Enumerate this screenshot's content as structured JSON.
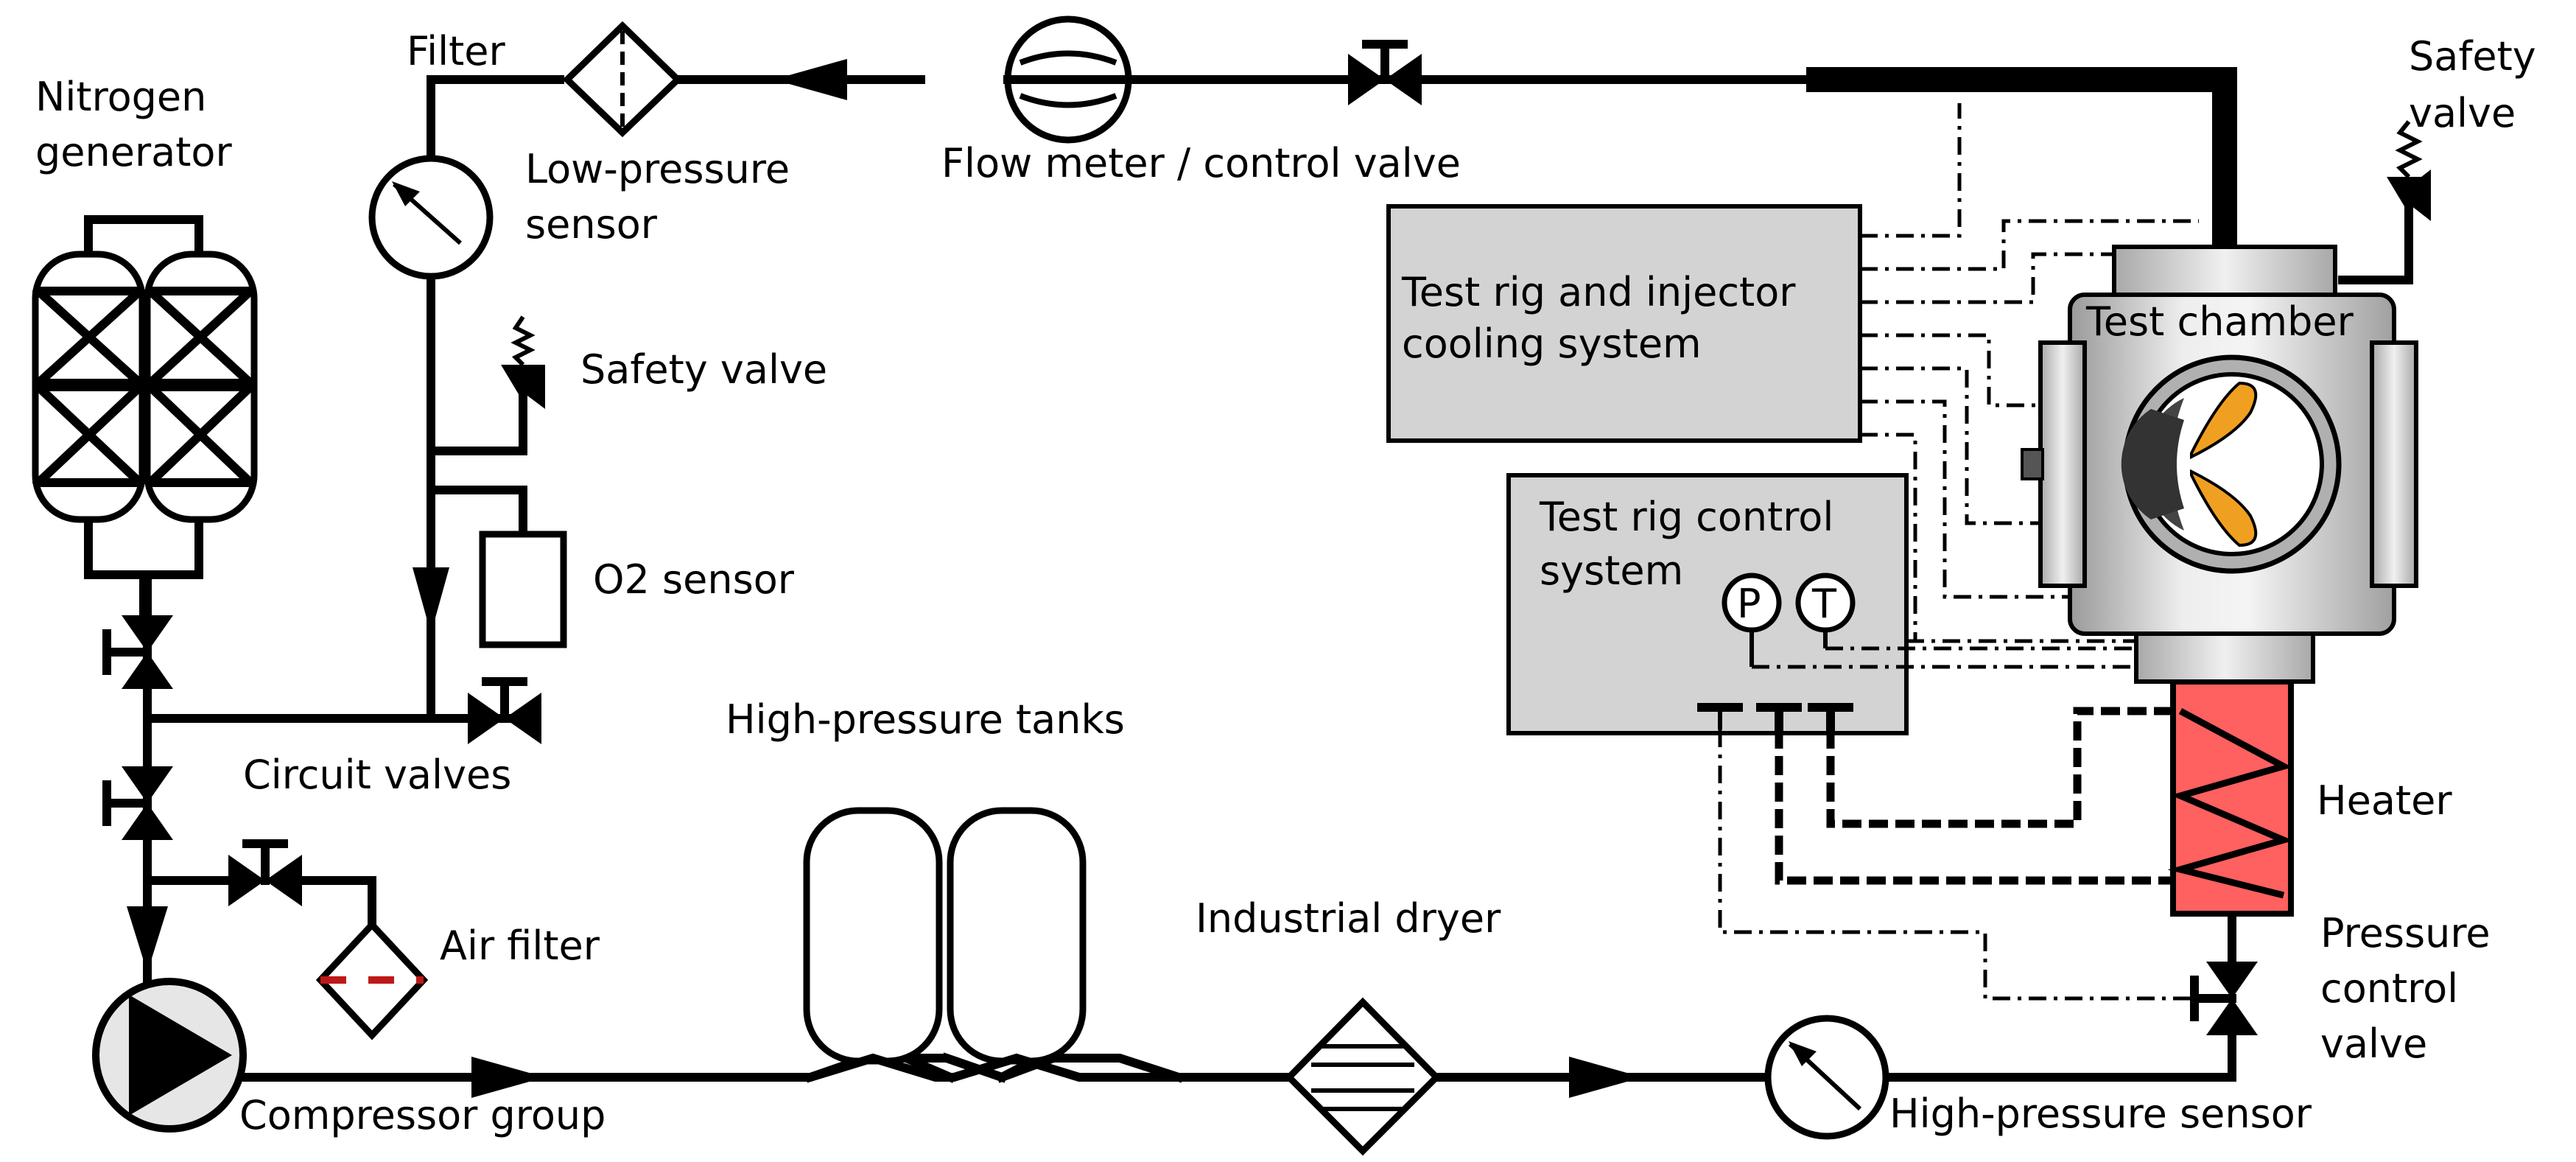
{
  "labels": {
    "nitrogen_generator": [
      "Nitrogen",
      "generator"
    ],
    "filter": "Filter",
    "low_pressure_sensor": [
      "Low-pressure",
      "sensor"
    ],
    "flow_meter": "Flow meter / control valve",
    "safety_valve_top": [
      "Safety",
      "valve"
    ],
    "safety_valve_mid": "Safety valve",
    "o2_sensor": "O2 sensor",
    "circuit_valves": "Circuit valves",
    "air_filter": "Air filter",
    "compressor_group": "Compressor group",
    "high_pressure_tanks": "High-pressure tanks",
    "industrial_dryer": "Industrial dryer",
    "high_pressure_sensor": "High-pressure sensor",
    "heater": "Heater",
    "pressure_control_valve": [
      "Pressure",
      "control",
      "valve"
    ],
    "test_chamber": "Test chamber",
    "cooling_system": [
      "Test rig and injector",
      "cooling system"
    ],
    "control_system": [
      "Test rig control",
      "system"
    ],
    "p_gauge": "P",
    "t_gauge": "T"
  },
  "colors": {
    "box_fill": "#d3d3d3",
    "heater_fill": "#ff6060",
    "spray": "#f0a020",
    "filter_mark": "#c01818"
  }
}
